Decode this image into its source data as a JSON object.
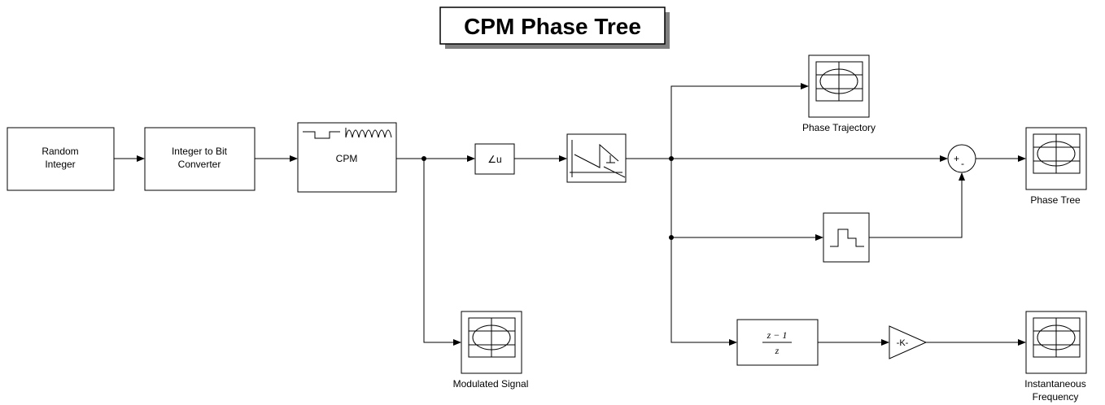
{
  "title": "CPM Phase Tree",
  "blocks": {
    "random_integer": {
      "line1": "Random",
      "line2": "Integer"
    },
    "int_to_bit": {
      "line1": "Integer to Bit",
      "line2": "Converter"
    },
    "cpm": {
      "label": "CPM"
    },
    "angle": {
      "label": "∠u"
    },
    "phase_trajectory_scope": {
      "label": "Phase Trajectory"
    },
    "sum": {
      "plus": "+",
      "minus": "-"
    },
    "phase_tree_scope": {
      "label": "Phase Tree"
    },
    "modulated_scope": {
      "label": "Modulated Signal"
    },
    "transfer_fcn": {
      "numerator": "z − 1",
      "denominator": "z"
    },
    "gain": {
      "label": "-K-"
    },
    "inst_freq_scope": {
      "line1": "Instantaneous",
      "line2": "Frequency"
    }
  }
}
